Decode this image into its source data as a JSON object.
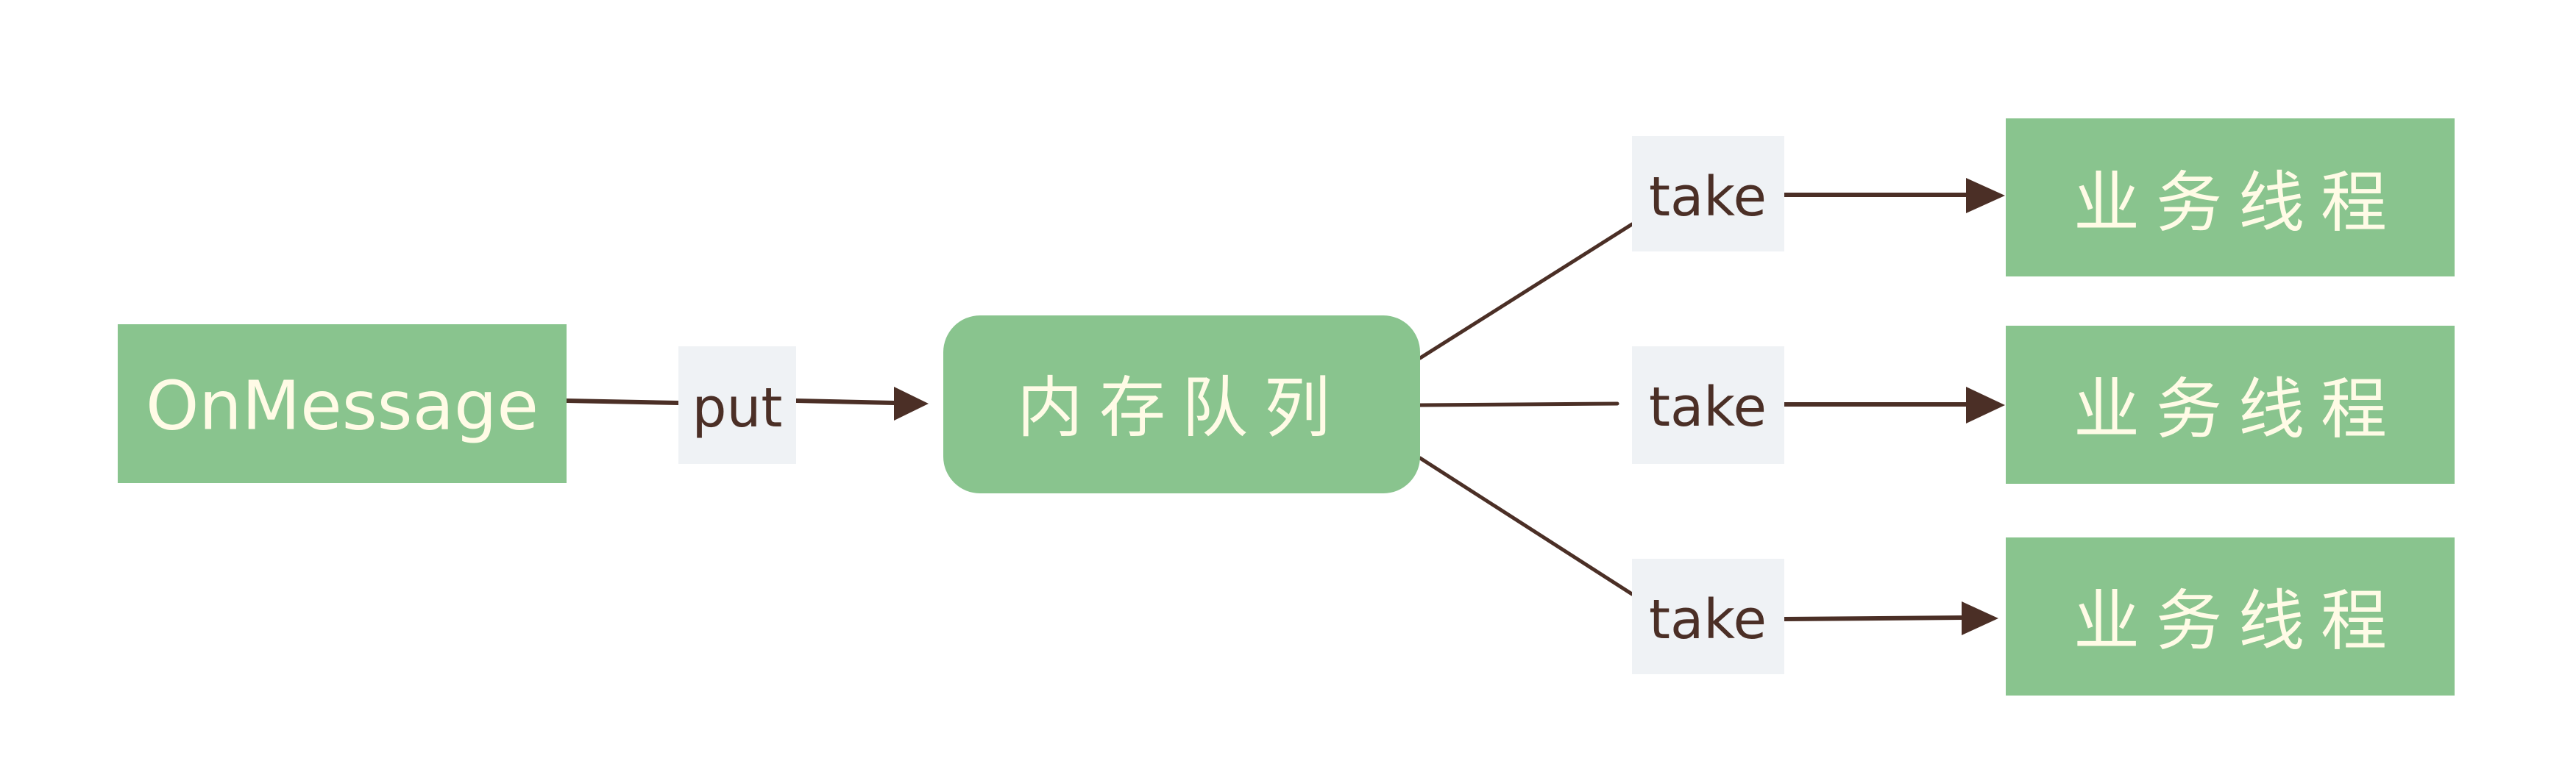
{
  "colors": {
    "node_fill": "#89c48e",
    "node_text": "#fffbe6",
    "label_bg": "#eff2f5",
    "label_text": "#4b2f26",
    "edge": "#4b2f26"
  },
  "nodes": {
    "source": {
      "label": "OnMessage"
    },
    "queue": {
      "label": "内存队列"
    },
    "workers": [
      {
        "label": "业务线程"
      },
      {
        "label": "业务线程"
      },
      {
        "label": "业务线程"
      }
    ]
  },
  "edges": {
    "put_label": "put",
    "take_labels": [
      "take",
      "take",
      "take"
    ]
  }
}
